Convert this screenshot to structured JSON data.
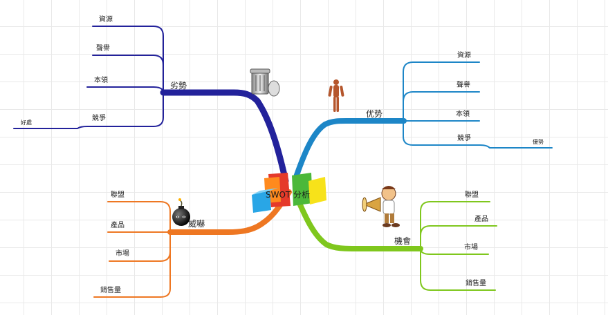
{
  "center": {
    "title": "SWOT 分析"
  },
  "branches": {
    "weakness": {
      "label": "劣勢",
      "color": "#23229b",
      "icon": "trash-can-icon",
      "items": [
        "資源",
        "聲譽",
        "本領",
        "競爭"
      ],
      "extra": "好處"
    },
    "strength": {
      "label": "优势",
      "color": "#1d86c7",
      "icon": "human-anatomy-figure-icon",
      "items": [
        "資源",
        "聲譽",
        "本領",
        "競爭"
      ],
      "extra": "優勢"
    },
    "threat": {
      "label": "威嚇",
      "color": "#ee7722",
      "icon": "bomb-icon",
      "items": [
        "聯盟",
        "產品",
        "市場",
        "銷售量"
      ]
    },
    "opportunity": {
      "label": "機會",
      "color": "#7fc71d",
      "icon": "megaphone-cartoon-icon",
      "items": [
        "聯盟",
        "產品",
        "市場",
        "銷售量"
      ]
    }
  }
}
